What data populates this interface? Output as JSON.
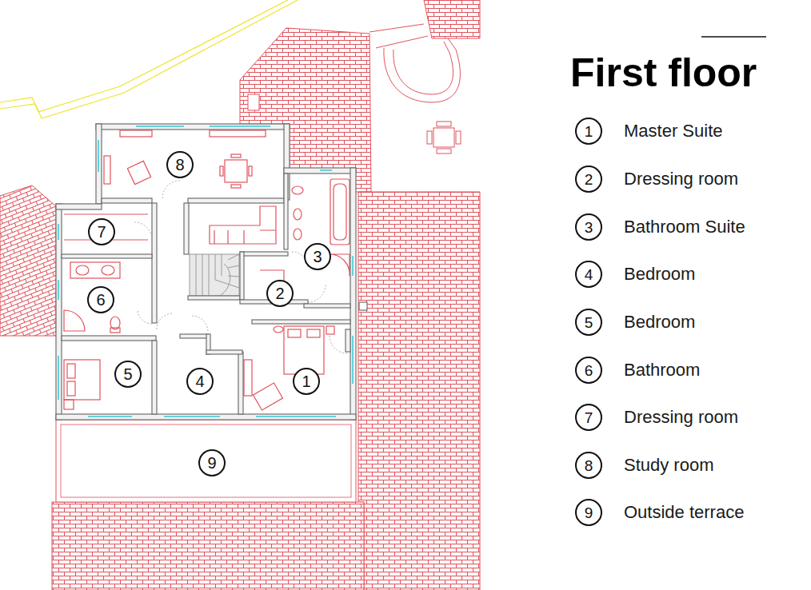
{
  "diagram": {
    "title": "First floor",
    "nodes": [
      {
        "text": [
          "8"
        ]
      },
      {
        "text": [
          "7"
        ]
      },
      {
        "text": [
          "3"
        ]
      },
      {
        "text": [
          "2"
        ]
      },
      {
        "text": [
          "6"
        ]
      },
      {
        "text": [
          "5"
        ]
      },
      {
        "text": [
          "4"
        ]
      },
      {
        "text": [
          "1"
        ]
      },
      {
        "text": [
          "9"
        ]
      },
      {
        "text": [
          "1",
          "Master Suite"
        ]
      },
      {
        "text": [
          "2",
          "Dressing room"
        ]
      },
      {
        "text": [
          "3",
          "Bathroom Suite"
        ]
      },
      {
        "text": [
          "4",
          "Bedroom"
        ]
      },
      {
        "text": [
          "5",
          "Bedroom"
        ]
      },
      {
        "text": [
          "6",
          "Bathroom"
        ]
      },
      {
        "text": [
          "7",
          "Dressing room"
        ]
      },
      {
        "text": [
          "8",
          "Study room"
        ]
      },
      {
        "text": [
          "9",
          "Outside terrace"
        ]
      }
    ]
  }
}
